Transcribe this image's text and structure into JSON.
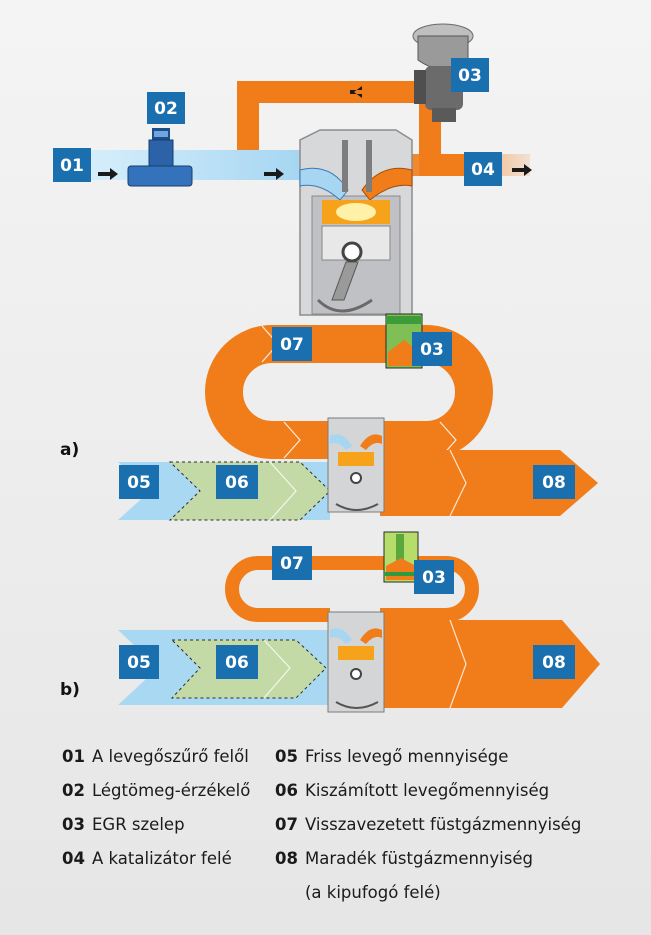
{
  "colors": {
    "badge": "#1a6fae",
    "exhaust": "#f07d1a",
    "fresh_air": "#a9d8f3",
    "computed_air": "#c3d9a6",
    "engine_grey": "#cfd1d3",
    "valve_green": "#2f9a3e"
  },
  "icons": [
    "air-flow-arrow-icon",
    "mass-air-flow-sensor-icon",
    "egr-valve-icon",
    "engine-cylinder-icon",
    "chevron-right-icon"
  ],
  "badges": {
    "b01": "01",
    "b02": "02",
    "b03": "03",
    "b04": "04",
    "b05": "05",
    "b06": "06",
    "b07": "07",
    "b08": "08"
  },
  "variants": {
    "a": "a)",
    "b": "b)"
  },
  "legend": [
    {
      "num": "01",
      "text": "A levegőszűrő felől"
    },
    {
      "num": "02",
      "text": "Légtömeg-érzékelő"
    },
    {
      "num": "03",
      "text": "EGR szelep"
    },
    {
      "num": "04",
      "text": "A katalizátor felé"
    },
    {
      "num": "05",
      "text": "Friss levegő mennyisége"
    },
    {
      "num": "06",
      "text": "Kiszámított levegőmennyiség"
    },
    {
      "num": "07",
      "text": "Visszavezetett füstgázmennyiség"
    },
    {
      "num": "08",
      "text": "Maradék füstgázmennyiség",
      "cont": "(a kipufogó felé)"
    }
  ]
}
